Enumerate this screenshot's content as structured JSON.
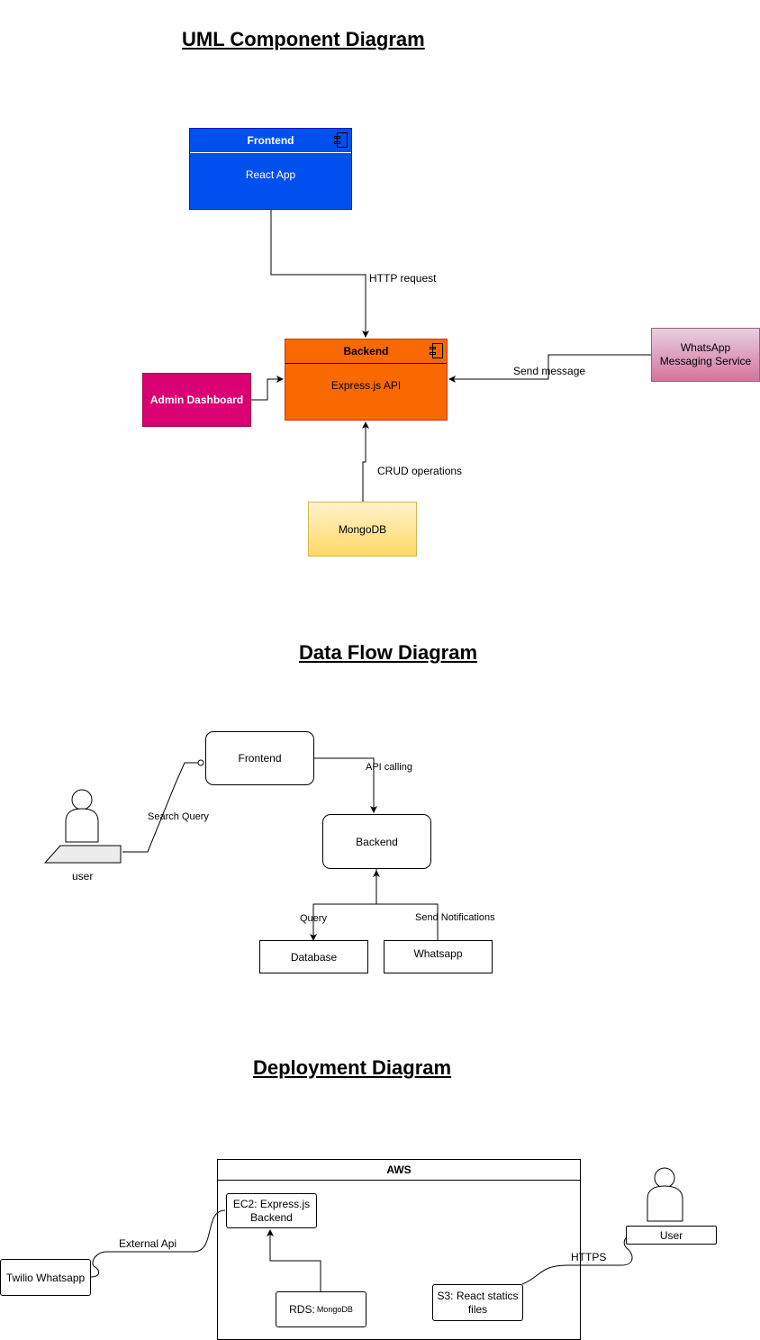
{
  "uml": {
    "title": "UML Component Diagram",
    "frontend": {
      "header": "Frontend",
      "body": "React App",
      "color": "#0050ef"
    },
    "backend": {
      "header": "Backend",
      "body": "Express.js API",
      "color": "#fa6800"
    },
    "admin": {
      "label": "Admin Dashboard",
      "color": "#d80073"
    },
    "whatsapp": {
      "label_line1": "WhatsApp",
      "label_line2": "Messaging Service"
    },
    "mongodb": {
      "label": "MongoDB"
    },
    "edges": {
      "http_request": "HTTP request",
      "send_message": "Send message",
      "crud": "CRUD operations"
    }
  },
  "dfd": {
    "title": "Data Flow Diagram",
    "frontend": "Frontend",
    "backend": "Backend",
    "database": "Database",
    "whatsapp": "Whatsapp",
    "user": "user",
    "edges": {
      "search_query": "Search Query",
      "api_calling": "API calling",
      "query": "Query",
      "send_notifications": "Send Notifications"
    }
  },
  "deploy": {
    "title": "Deployment Diagram",
    "aws": "AWS",
    "ec2_line1": "EC2: Express.js",
    "ec2_line2": "Backend",
    "rds_main": "RDS: ",
    "rds_small": "MongoDB",
    "s3_line1": "S3: React statics",
    "s3_line2": "files",
    "twilio": "Twilio Whatsapp",
    "user": "User",
    "edges": {
      "external_api": "External Api",
      "https": "HTTPS"
    }
  }
}
